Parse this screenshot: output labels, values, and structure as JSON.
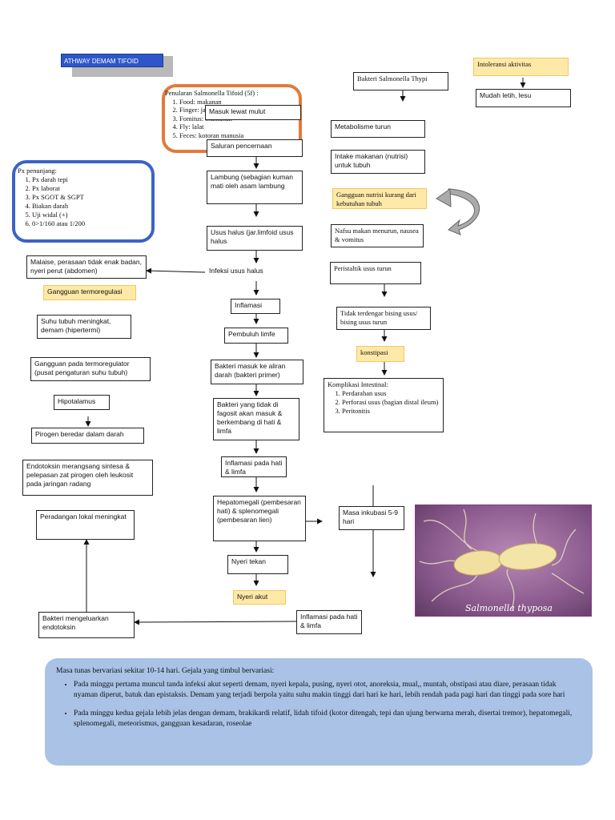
{
  "title": "ATHWAY DEMAM TIFOID",
  "penularan": {
    "heading": "Penularan Salmonella Tifoid (5f) :",
    "items": [
      "Food: makanan",
      "Finger: jari tangan/kuku",
      "Fomitus: muntahan",
      "Fly: lalat",
      "Feces: kotoran manusia"
    ]
  },
  "penunjang": {
    "heading": "Px penunjang:",
    "items": [
      "Px darah tepi",
      "Px laborat",
      "Px SGOT & SGPT",
      "Biakan darah",
      "Uji widal (+)",
      "0>1/160 atau 1/200"
    ]
  },
  "center": {
    "masuk": "Masuk lewat mulut",
    "saluran": "Saluran pencernaan",
    "lambung": "Lambung (sebagian kuman mati oleh asam lambung",
    "usus": "Usus halus (jar.limfoid usus halus",
    "infeksi": "Infeksi usus halus",
    "inflamasi": "Inflamasi",
    "pembuluh": "Pembuluh limfe",
    "bakteri_aliran": "Bakteri masuk ke aliran darah (bakteri primer)",
    "bakteri_fagosit": "Bakteri yang tidak di fagosit akan masuk & berkembang di hati & limfa",
    "inflamasi_hati": "Inflamasi pada hati & limfa",
    "hepato": "Hepatomegali (pembesaran hati) & splenomegali (pembesaran lien)",
    "nyeri_tekan": "Nyeri tekan",
    "nyeri_akut": "Nyeri akut",
    "inflamasi_hati2": "Inflamasi pada hati & limfa"
  },
  "left": {
    "malaise": "Malaise, perasaan tidak enak badan, nyeri perut (abdomen)",
    "gangguan_termo": "Gangguan termoregulasi",
    "suhu": "Suhu tubuh meningkat, demam (hipertermi)",
    "gangguan_pusat": "Gangguan pada termoregulator (pusat pengaturan suhu tubuh)",
    "hipotalamus": "Hipotalamus",
    "pirogen": "Pirogen beredar dalam darah",
    "endotoksin": "Endotoksin merangsang sintesa & pelepasan zat pirogen oleh leukosit pada jaringan radang",
    "peradangan": "Peradangan lokal meningkat",
    "bakteri_endo": "Bakteri mengeluarkan endotoksin"
  },
  "right": {
    "bakteri": "Bakteri Salmonella Thypi",
    "metabolisme": "Metabolisme turun",
    "intake": "Intake makanan (nutrisi) untuk tubuh",
    "gangguan_nutrisi": "Gangguan nutrisi kurang dari kebutuhan tubuh",
    "nafsu": "Nafsu makan menurun, nausea & vomitus",
    "peristaltik": "Peristaltik usus turun",
    "tidak_terdengar": "Tidak terdengar bising usus/ bising usus turun",
    "konstipasi": "konstipasi",
    "komplikasi": "Komplikasi Intestinal:",
    "komplikasi_items": [
      "Perdarahan usus",
      "Perforasi usus (bagian distal ileum)",
      "Peritonitis"
    ],
    "intoleransi": "Intoleransi aktivitas",
    "mudah": "Mudah letih, lesu",
    "masa": "Masa inkubasi 5-9 hari",
    "photo_caption": "Salmonella thyposa"
  },
  "bottom": {
    "intro": "Masa tunas bervariasi sekitar 10-14 hari. Gejala yang timbul bervariasi:",
    "bullets": [
      "Pada minggu pertama muncul tanda infeksi akut seperti demam, nyeri kepala, pusing, nyeri otot, anoreksia, mual,, muntah, obstipasi atau diare, perasaan tidak nyaman diperut, batuk dan epistaksis. Demam yang terjadi berpola yaitu suhu makin tinggi dari hari ke hari, lebih rendah pada pagi hari dan tinggi pada sore hari",
      "Pada minggu kedua gejala lebih jelas dengan demam, brakikardi relatif, lidah tifoid (kotor ditengah, tepi dan ujung berwarna merah, disertai tremor), hepatomegali, splenomegali, meteorismus, gangguan kesadaran, roseolae"
    ]
  },
  "colors": {
    "orange": "#e27a3a",
    "blue": "#3b63c7",
    "highlight": "#ffe9a8",
    "panel": "#a9c2e6"
  }
}
